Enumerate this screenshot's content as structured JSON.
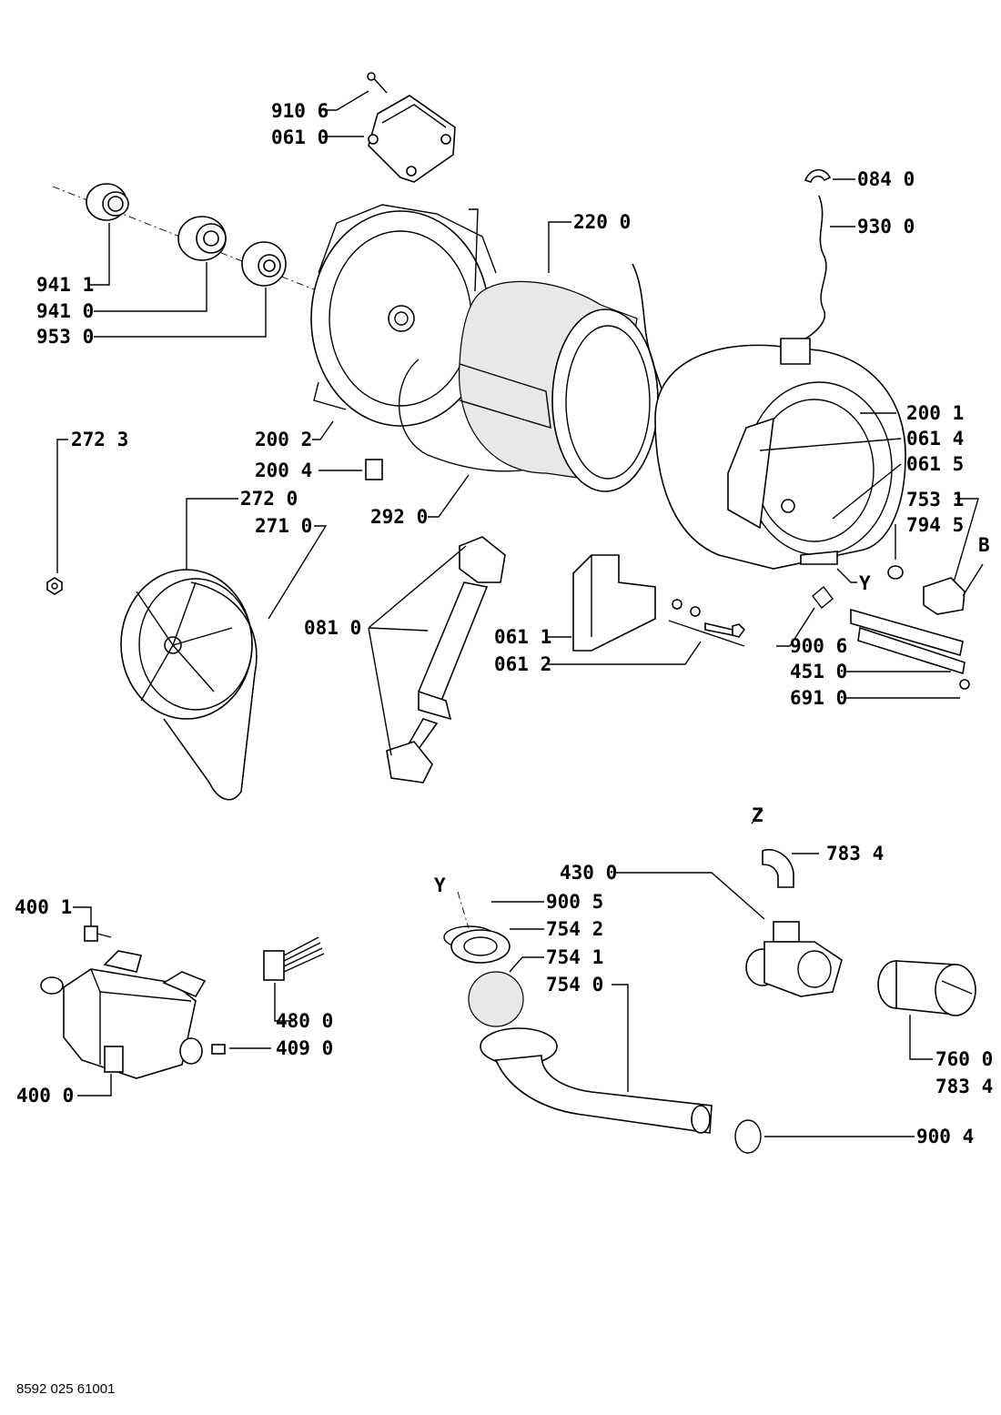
{
  "labels": {
    "l9106": "910 6",
    "l0610": "061 0",
    "l0840": "084 0",
    "l2200": "220 0",
    "l9300": "930 0",
    "l9411": "941 1",
    "l9410": "941 0",
    "l9530": "953 0",
    "l2001": "200 1",
    "l0614": "061 4",
    "l0615": "061 5",
    "l2723": "272 3",
    "l2002": "200 2",
    "l2004": "200 4",
    "l2720": "272 0",
    "l2710": "271 0",
    "l2920": "292 0",
    "l7531": "753 1",
    "l7945": "794 5",
    "lB": "B",
    "lY1": "Y",
    "l0810": "081 0",
    "l0611": "061 1",
    "l0612": "061 2",
    "l9006": "900 6",
    "l4510": "451 0",
    "l6910": "691 0",
    "lZ": "Z",
    "l7834a": "783 4",
    "l4300": "430 0",
    "lY2": "Y",
    "l9005": "900 5",
    "l7542": "754 2",
    "l7541": "754 1",
    "l7540": "754 0",
    "l4001": "400 1",
    "l4800": "480 0",
    "l4090": "409 0",
    "l4000": "400 0",
    "l7600": "760 0",
    "l7834b": "783 4",
    "l9004": "900 4"
  },
  "doc_number": "8592 025 61001"
}
